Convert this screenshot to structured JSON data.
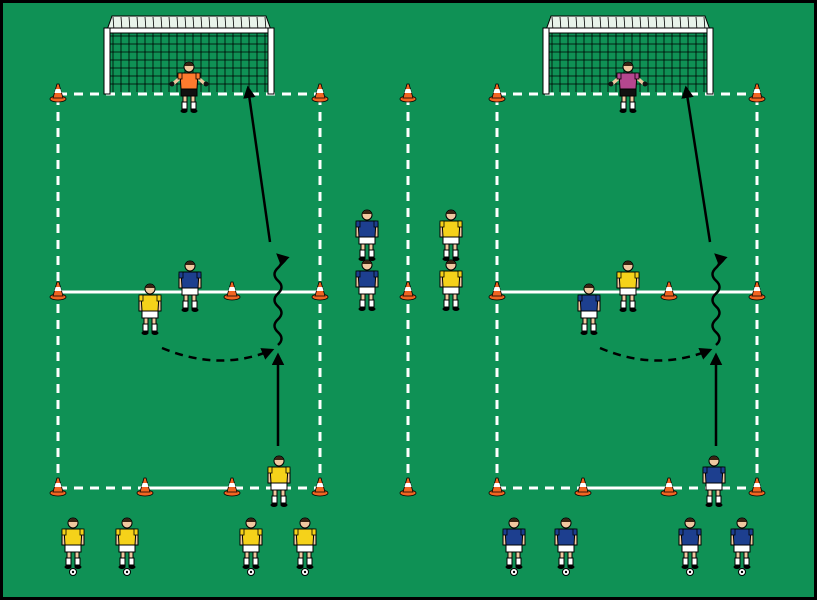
{
  "colors": {
    "pitch": "#0f9155",
    "border": "#000000",
    "lines": "#ffffff",
    "cone_orange": "#f26522",
    "cone_white": "#ffffff",
    "team_yellow": "#f5d21a",
    "team_blue": "#1d3f8f",
    "keeper_left": "#ff7b2e",
    "keeper_right": "#b5478f",
    "shorts": "#ffffff",
    "skin": "#f0c8a0",
    "hair": "#3a2412",
    "ball": "#ffffff",
    "arrow": "#000000"
  },
  "drill": {
    "grids": 2,
    "zones_per_grid": 2,
    "left_grid": {
      "keeper": "orange-keeper",
      "lane_waiting": [
        "yellow",
        "yellow",
        "yellow",
        "yellow"
      ],
      "attacker": "yellow",
      "defender": "blue",
      "support": "yellow"
    },
    "right_grid": {
      "keeper": "purple-keeper",
      "lane_waiting": [
        "blue",
        "blue",
        "blue",
        "blue"
      ],
      "attacker": "blue",
      "defender": "yellow",
      "support": "blue"
    },
    "center_waiting": {
      "left_column": [
        "blue",
        "blue"
      ],
      "right_column": [
        "yellow",
        "yellow"
      ]
    }
  }
}
